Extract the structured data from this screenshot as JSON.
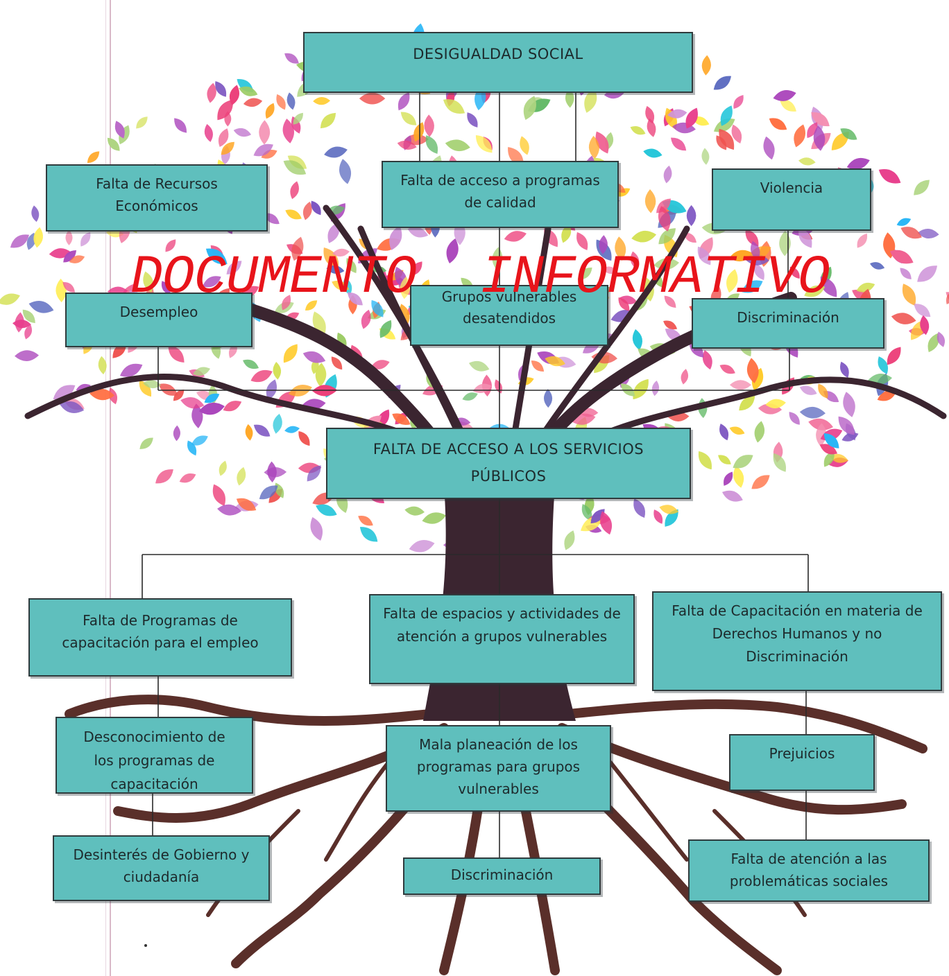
{
  "diagram": {
    "root": "DESIGUALDAD SOCIAL",
    "causes_top": [
      "Falta de Recursos Económicos",
      "Falta de acceso a programas de calidad",
      "Violencia"
    ],
    "causes_mid": [
      "Desempleo",
      "Grupos vulnerables desatendidos",
      "Discriminación"
    ],
    "central": "FALTA DE ACCESO A LOS SERVICIOS PÚBLICOS",
    "roots_level1": [
      "Falta de Programas de capacitación para el empleo",
      "Falta de espacios y actividades de atención a grupos vulnerables",
      "Falta de Capacitación en materia de Derechos Humanos y no Discriminación"
    ],
    "roots_level2": [
      "Desconocimiento de los programas de capacitación",
      "Mala planeación de los programas para grupos vulnerables",
      "Prejuicios"
    ],
    "roots_level3": [
      "Desinterés de Gobierno y ciudadanía",
      "Discriminación",
      "Falta de atención a las problemáticas sociales"
    ]
  },
  "stamp": "DOCUMENTO  INFORMATIVO",
  "colors": {
    "box_fill": "#5fbfbd",
    "box_border": "#2f3b3d",
    "stamp": "#e8141b",
    "trunk": "#3b2530",
    "roots": "#5a2f2a"
  }
}
